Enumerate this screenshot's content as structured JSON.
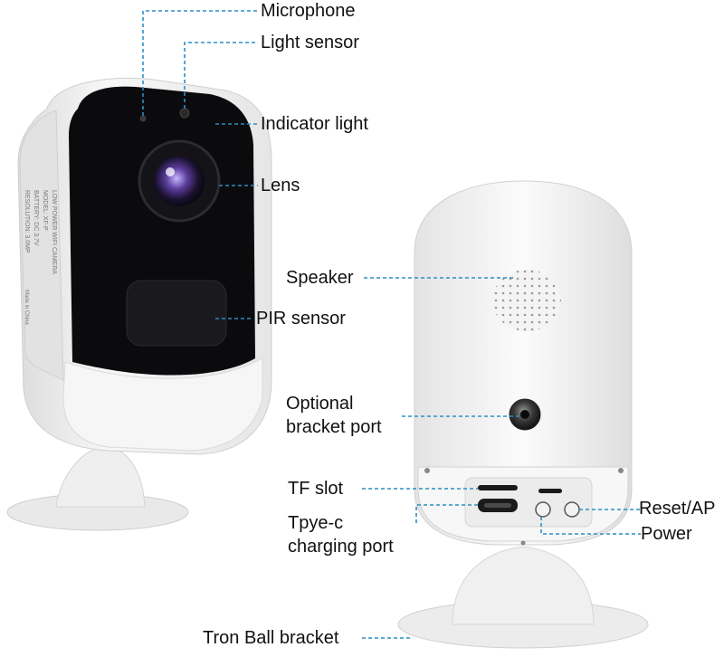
{
  "colors": {
    "leader": "#2a8fc4",
    "body_white": "#f1f1f1",
    "face_black": "#0b0b0e",
    "lens_purple": "#5a3a8a",
    "text": "#111111"
  },
  "labels": {
    "microphone": "Microphone",
    "light_sensor": "Light sensor",
    "indicator_light": "Indicator light",
    "lens": "Lens",
    "pir_sensor": "PIR sensor",
    "speaker": "Speaker",
    "optional_bracket_port_1": "Optional",
    "optional_bracket_port_2": "bracket port",
    "tf_slot": "TF slot",
    "typec_1": "Tpye-c",
    "typec_2": "charging port",
    "reset_ap": "Reset/AP",
    "power": "Power",
    "tron_ball_bracket": "Tron Ball bracket"
  },
  "product_sticker": {
    "lines": [
      "LOW POWER WIFI CAMERA",
      "MODEL: XF-P",
      "BATTERY: DC 3.7V",
      "RESOLUTION: 3.0MP",
      "Made in China"
    ]
  }
}
